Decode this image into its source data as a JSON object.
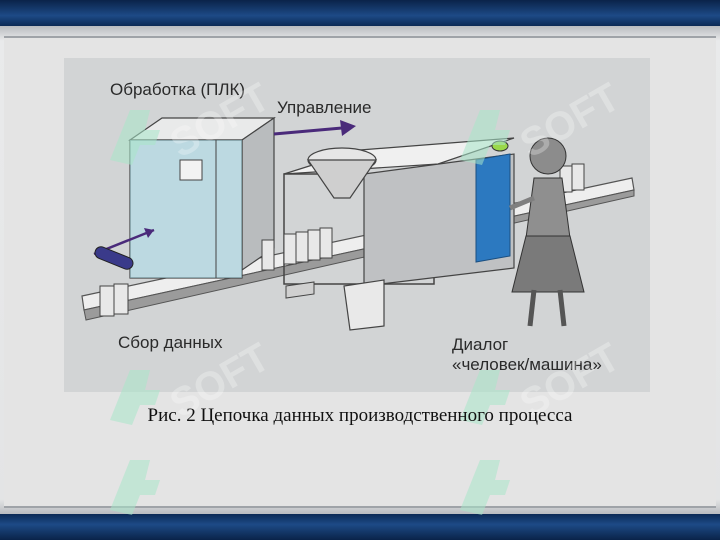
{
  "diagram": {
    "labels": {
      "processing": "Обработка (ПЛК)",
      "control": "Управление",
      "data_collection": "Сбор данных",
      "dialog_line1": "Диалог",
      "dialog_line2": "«человек/машина»"
    }
  },
  "caption": "Рис. 2 Цепочка данных производственного процесса",
  "watermark": {
    "text": "SOFT"
  },
  "colors": {
    "band": "#0d2c5a",
    "cabinet_tint": "#9ad7e6",
    "panel_blue": "#2c79c0",
    "arrow": "#4a2a7a"
  }
}
